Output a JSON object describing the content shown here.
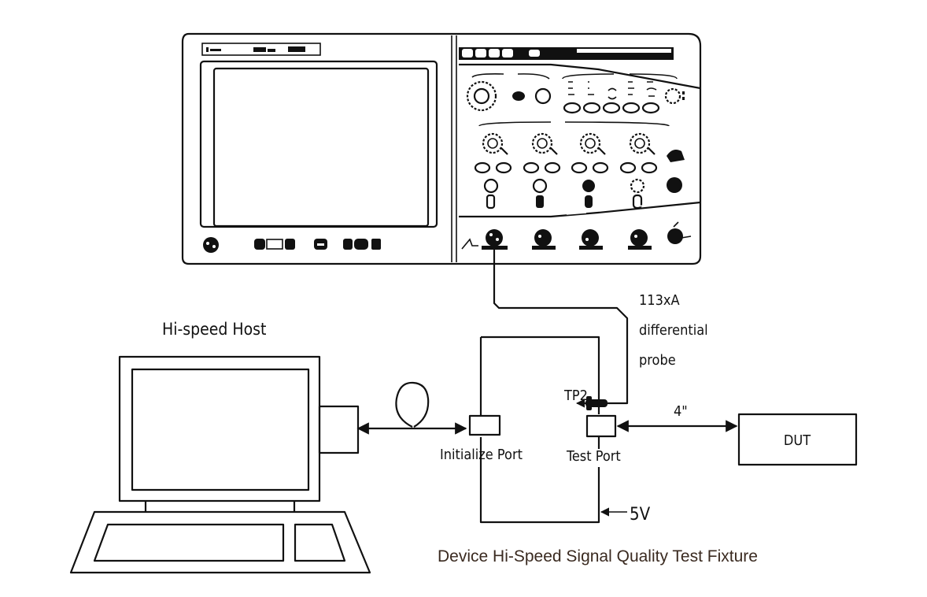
{
  "diagram": {
    "caption": "Device Hi-Speed Signal Quality Test Fixture",
    "caption_color": "#3a2a20",
    "line_color": "#111111",
    "nodes": {
      "oscilloscope": {
        "label": "",
        "icon": "oscilloscope-icon"
      },
      "host": {
        "label": "Hi-speed Host",
        "icon": "desktop-computer-icon"
      },
      "initialize_port": {
        "label": "Initialize Port"
      },
      "test_port": {
        "label": "Test Port"
      },
      "test_point": {
        "label": "TP2"
      },
      "dut": {
        "label": "DUT"
      },
      "power": {
        "label": "5V"
      }
    },
    "probe_label": [
      "113xA",
      "differential",
      "probe"
    ],
    "cable_length_label": "4\"",
    "edges": [
      {
        "from": "oscilloscope",
        "to": "test_point",
        "label": "113xA differential probe"
      },
      {
        "from": "host",
        "to": "initialize_port",
        "bidirectional": true
      },
      {
        "from": "test_port",
        "to": "dut",
        "label": "4\"",
        "bidirectional": true
      },
      {
        "from": "power",
        "to": "fixture"
      }
    ]
  }
}
